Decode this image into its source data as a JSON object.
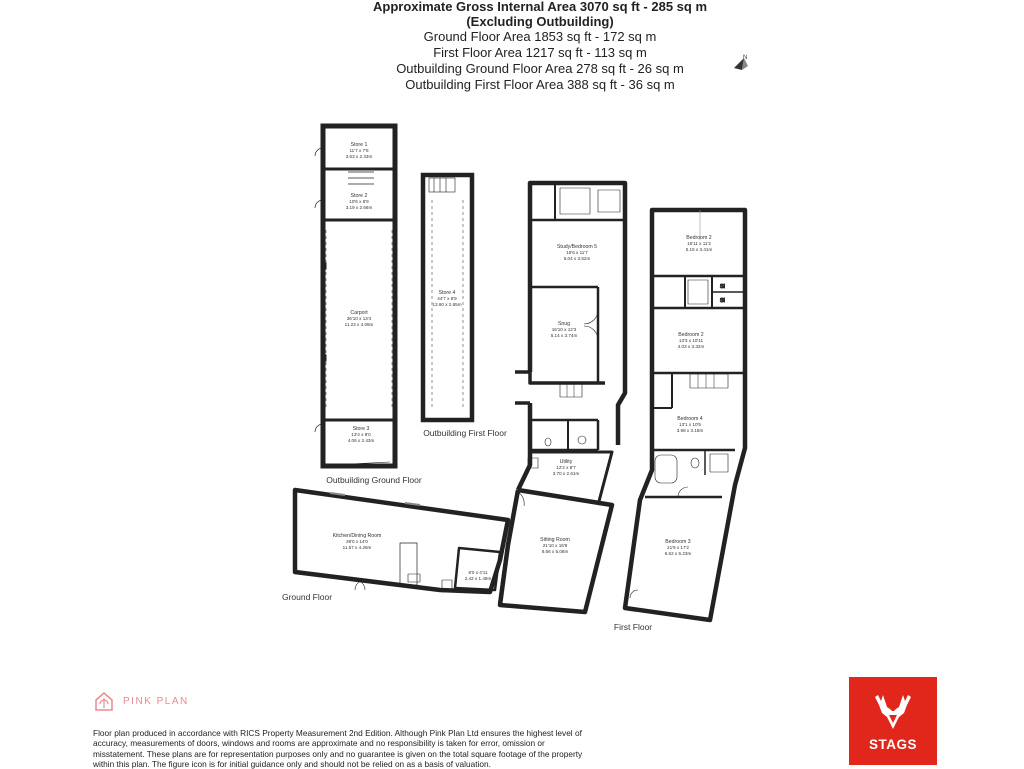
{
  "header": {
    "title_line1": "Approximate Gross Internal Area 3070 sq ft - 285 sq m",
    "title_line2": "(Excluding Outbuilding)",
    "areas": [
      "Ground Floor Area 1853 sq ft - 172 sq m",
      "First Floor Area 1217 sq ft - 113 sq m",
      "Outbuilding Ground Floor Area 278 sq ft - 26 sq m",
      "Outbuilding First Floor Area 388 sq ft - 36 sq m"
    ]
  },
  "compass": {
    "label": "N"
  },
  "floor_labels": {
    "outbuilding_ground": "Outbuilding Ground Floor",
    "outbuilding_first": "Outbuilding First Floor",
    "ground": "Ground Floor",
    "first": "First Floor"
  },
  "rooms": {
    "store1": {
      "name": "Store 1",
      "imp": "11'7 x 7'8",
      "met": "3.53 x 2.33m"
    },
    "store2": {
      "name": "Store 2",
      "imp": "10'6 x 8'9",
      "met": "3.19 x 2.66m"
    },
    "carport": {
      "name": "Carport",
      "imp": "36'10 x 13'4",
      "met": "11.22 x 4.06m"
    },
    "store3": {
      "name": "Store 3",
      "imp": "13'4 x 8'0",
      "met": "4.06 x 2.43m"
    },
    "store4": {
      "name": "Store 4",
      "imp": "44'7 x 8'9",
      "met": "13.60 x 2.65m"
    },
    "study": {
      "name": "Study/Bedroom 5",
      "imp": "16'6 x 11'7",
      "met": "5.04 x 3.52m"
    },
    "snug": {
      "name": "Snug",
      "imp": "16'10 x 12'3",
      "met": "5.14 x 3.74m"
    },
    "utility": {
      "name": "Utility",
      "imp": "12'2 x 8'7",
      "met": "3.70 x 2.61m"
    },
    "kitchen": {
      "name": "Kitchen/Dining Room",
      "imp": "38'0 x 14'0",
      "met": "11.57 x 4.26m"
    },
    "small_room": {
      "imp": "8'0 x 4'11",
      "met": "2.42 x 1.49m"
    },
    "sitting": {
      "name": "Sitting Room",
      "imp": "21'10 x 16'8",
      "met": "6.66 x 5.08m"
    },
    "bedroom2a": {
      "name": "Bedroom 2",
      "imp": "16'11 x 11'2",
      "met": "5.15 x 3.41m"
    },
    "bedroom2b": {
      "name": "Bedroom 2",
      "imp": "13'3 x 10'11",
      "met": "4.03 x 3.32m"
    },
    "bedroom4": {
      "name": "Bedroom 4",
      "imp": "13'1 x 10'5",
      "met": "3.98 x 3.18m"
    },
    "bedroom3": {
      "name": "Bedroom 3",
      "imp": "21'9 x 17'2",
      "met": "6.62 x 5.23m"
    },
    "si1": {
      "name": "SI"
    },
    "si2": {
      "name": "SI"
    }
  },
  "pinkplan": {
    "label": "PINK PLAN"
  },
  "footer": {
    "disclaimer": "Floor plan produced in accordance with RICS Property Measurement 2nd Edition. Although Pink Plan Ltd ensures the highest level of accuracy, measurements of doors, windows and rooms are approximate and no responsibility is taken for error, omission or misstatement. These plans are for representation purposes only and no guarantee is given on the total square footage of the property within this plan. The figure icon is for initial guidance only and should not be relied on as a basis of valuation."
  },
  "brand": {
    "name": "STAGS",
    "color": "#e1261c",
    "accent": "#e88b90"
  }
}
